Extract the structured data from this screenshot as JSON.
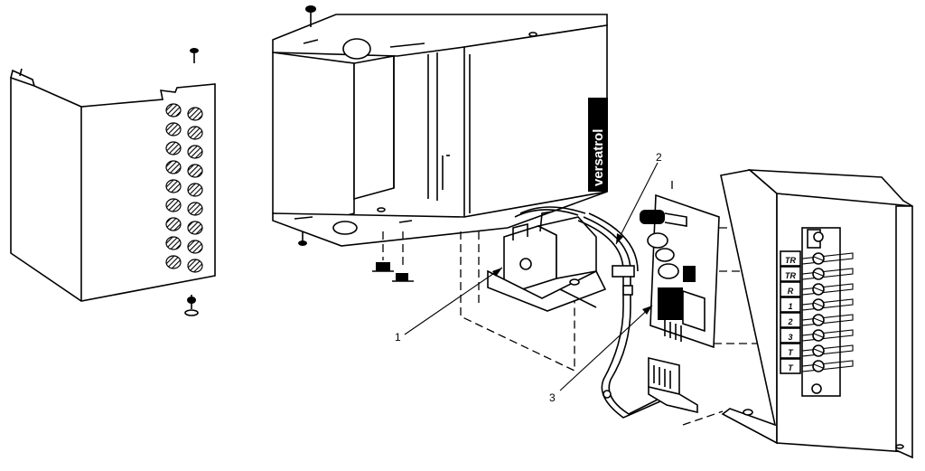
{
  "brand_label": "versatrol",
  "callouts": [
    "1",
    "2",
    "3"
  ],
  "terminal_labels": [
    "TR",
    "TR",
    "R",
    "1",
    "2",
    "3",
    "T",
    "T"
  ]
}
